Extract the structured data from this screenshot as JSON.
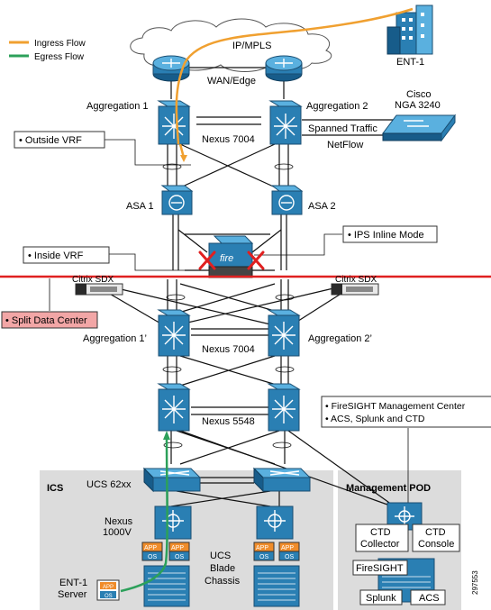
{
  "legend": {
    "ingress": "Ingress Flow",
    "egress": "Egress Flow"
  },
  "cloud_label": "IP/MPLS",
  "wan_label": "WAN/Edge",
  "ent1": "ENT-1",
  "aggregation1": "Aggregation 1",
  "aggregation2": "Aggregation 2",
  "nexus7004_top": "Nexus 7004",
  "cisco_nga": {
    "line1": "Cisco",
    "line2": "NGA 3240"
  },
  "spanned_traffic": "Spanned Traffic",
  "netflow": "NetFlow",
  "outside_vrf": "• Outside VRF",
  "asa1": "ASA 1",
  "asa2": "ASA 2",
  "ips_inline": "• IPS Inline Mode",
  "fire": "fire",
  "inside_vrf": "• Inside VRF",
  "citrix_left": "Citrix SDX",
  "citrix_right": "Citrix SDX",
  "split_dc": "• Split Data Center",
  "aggregation1p": "Aggregation 1’",
  "aggregation2p": "Aggregation 2’",
  "nexus7004_mid": "Nexus 7004",
  "nexus5548": "Nexus 5548",
  "mgmt_notes": {
    "line1": "• FireSIGHT Management Center",
    "line2": "• ACS, Splunk and CTD"
  },
  "ics": "ICS",
  "ucs62xx": "UCS 62xx",
  "mgmt_pod": "Management POD",
  "nexus1000v": {
    "line1": "Nexus",
    "line2": "1000V"
  },
  "ucs_blade": {
    "line1": "UCS",
    "line2": "Blade",
    "line3": "Chassis"
  },
  "app": "APP",
  "os": "OS",
  "ent1_server": {
    "line1": "ENT-1",
    "line2": "Server"
  },
  "ctd_collector": {
    "line1": "CTD",
    "line2": "Collector"
  },
  "ctd_console": {
    "line1": "CTD",
    "line2": "Console"
  },
  "firesight": "FireSIGHT",
  "splunk": "Splunk",
  "acs": "ACS",
  "figure_id": "297553",
  "colors": {
    "ingress": "#f0a030",
    "egress": "#2ca05a",
    "split_line": "#e02020",
    "split_box": "#f2a6a6",
    "device_blue": "#2a7fb3",
    "pod_gray": "#dcdcdc"
  }
}
